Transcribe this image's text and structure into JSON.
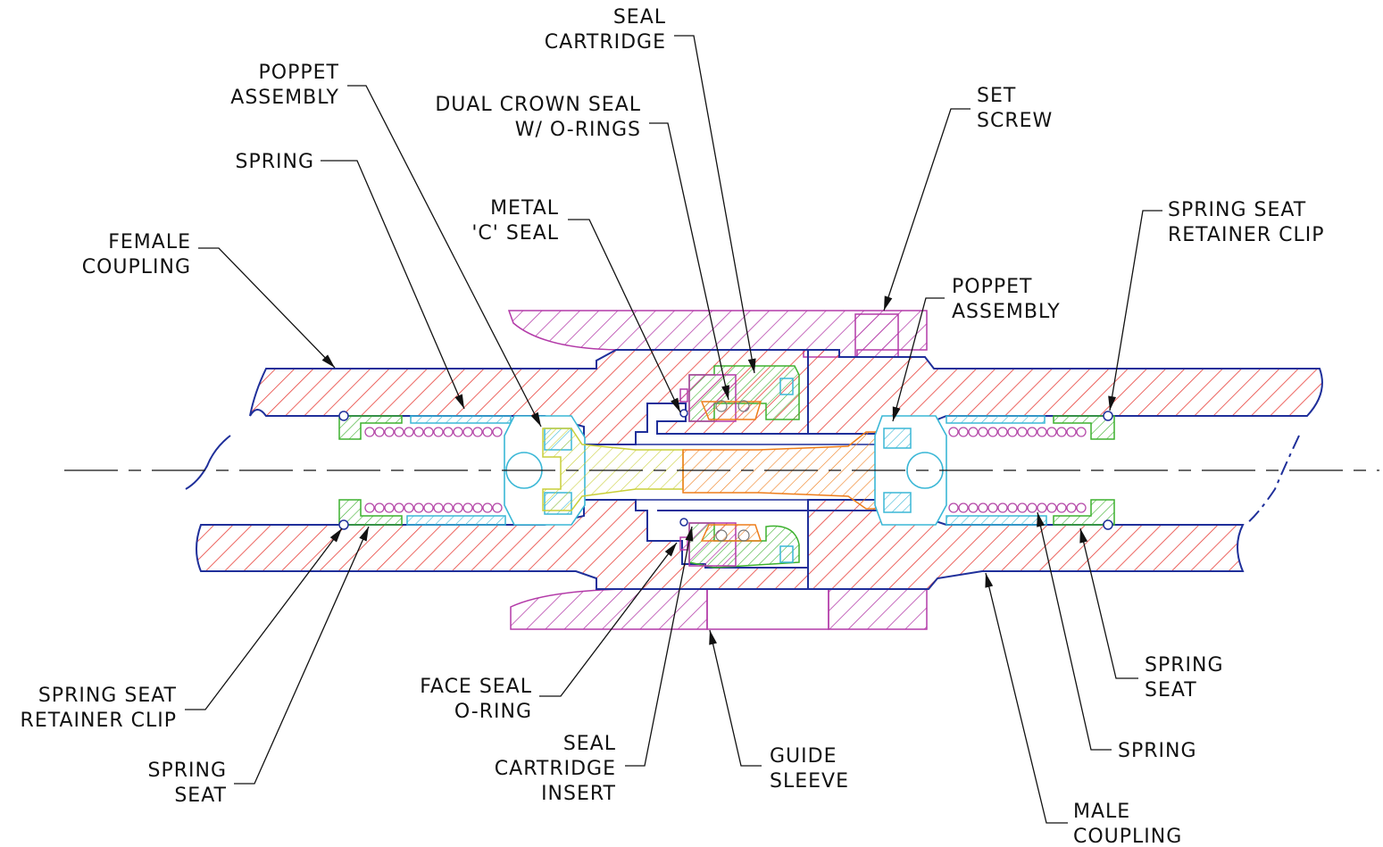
{
  "labels": {
    "seal_cartridge_top": [
      "SEAL",
      "CARTRIDGE"
    ],
    "poppet_assembly_left": [
      "POPPET",
      "ASSEMBLY"
    ],
    "dual_crown_seal": [
      "DUAL CROWN SEAL",
      "W/ O-RINGS"
    ],
    "set_screw": [
      "SET",
      "SCREW"
    ],
    "spring_left": [
      "SPRING"
    ],
    "metal_c_seal": [
      "METAL",
      "'C' SEAL"
    ],
    "spring_seat_retainer_clip_right": [
      "SPRING SEAT",
      "RETAINER CLIP"
    ],
    "female_coupling": [
      "FEMALE",
      "COUPLING"
    ],
    "poppet_assembly_right": [
      "POPPET",
      "ASSEMBLY"
    ],
    "spring_seat_right": [
      "SPRING",
      "SEAT"
    ],
    "spring_seat_retainer_clip_left": [
      "SPRING SEAT",
      "RETAINER CLIP"
    ],
    "face_seal_o_ring": [
      "FACE SEAL",
      "O-RING"
    ],
    "spring_right": [
      "SPRING"
    ],
    "seal_cartridge_insert": [
      "SEAL",
      "CARTRIDGE",
      "INSERT"
    ],
    "guide_sleeve": [
      "GUIDE",
      "SLEEVE"
    ],
    "spring_seat_left": [
      "SPRING",
      "SEAT"
    ],
    "male_coupling": [
      "MALE",
      "COUPLING"
    ]
  },
  "colors": {
    "couplings": "#e8403a",
    "outline": "#1f2f9a",
    "guide_sleeve": "#b33aa8",
    "poppet_bodies": "#3ab7d6",
    "spring_seats_and_cartridge": "#3db12e",
    "female_poppet_stem": "#c9cf3a",
    "male_poppet_stem_and_seal": "#ee7d1a",
    "springs": "#b64aa9"
  }
}
